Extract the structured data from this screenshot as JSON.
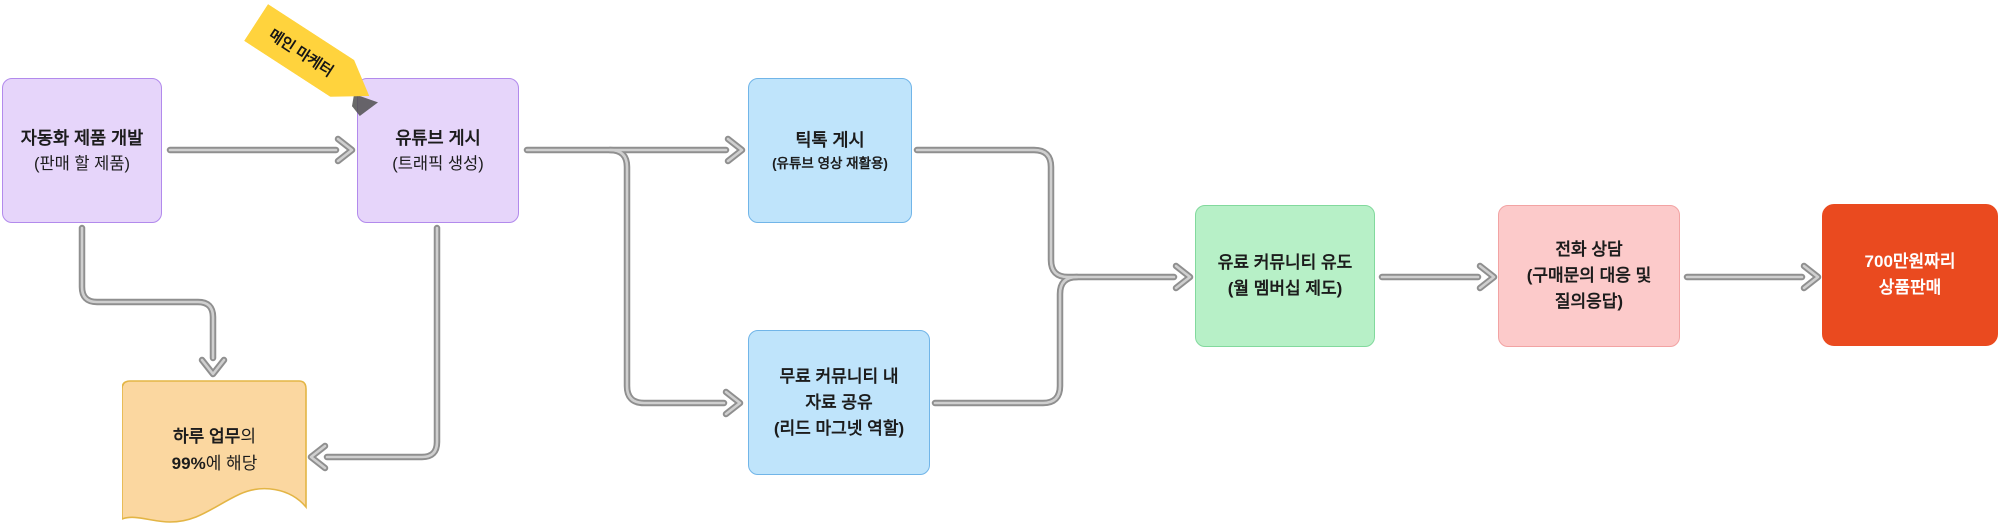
{
  "diagram_title": "automation-sales-funnel-flowchart",
  "colors": {
    "background": "#ffffff",
    "purple_fill": "#e6d5fa",
    "purple_border": "#b28aec",
    "blue_fill": "#bfe4fb",
    "blue_border": "#71b5e8",
    "green_fill": "#b7f0c7",
    "green_border": "#82d99d",
    "pink_fill": "#fccaca",
    "pink_border": "#f2a3a3",
    "red_fill": "#ea4a1f",
    "doc_fill": "#fbd7a0",
    "doc_border": "#e3b545",
    "tag_fill": "#ffd33d",
    "connector_gray": "#8f8f8f"
  },
  "tag": {
    "label": "메인 마케터"
  },
  "nodes": {
    "develop": {
      "title": "자동화 제품 개발",
      "subtitle": "(판매 할 제품)"
    },
    "youtube": {
      "title": "유튜브 게시",
      "subtitle": "(트래픽 생성)"
    },
    "tiktok": {
      "title": "틱톡 게시",
      "subtitle": "(유튜브 영상 재활용)"
    },
    "free_community": {
      "line1": "무료 커뮤니티 내",
      "line2": "자료 공유",
      "line3": "(리드 마그넷 역할)"
    },
    "paid_community": {
      "line1": "유료 커뮤니티 유도",
      "line2": "(월 멤버십 제도)"
    },
    "phone_consult": {
      "line1": "전화 상담",
      "line2": "(구매문의 대응 및",
      "line3": "질의응답)"
    },
    "product_sale": {
      "line1": "700만원짜리",
      "line2": "상품판매"
    },
    "doc_note": {
      "line1_bold": "하루 업무",
      "line1_rest": "의",
      "line2_bold": "99%",
      "line2_rest": "에 해당"
    }
  }
}
